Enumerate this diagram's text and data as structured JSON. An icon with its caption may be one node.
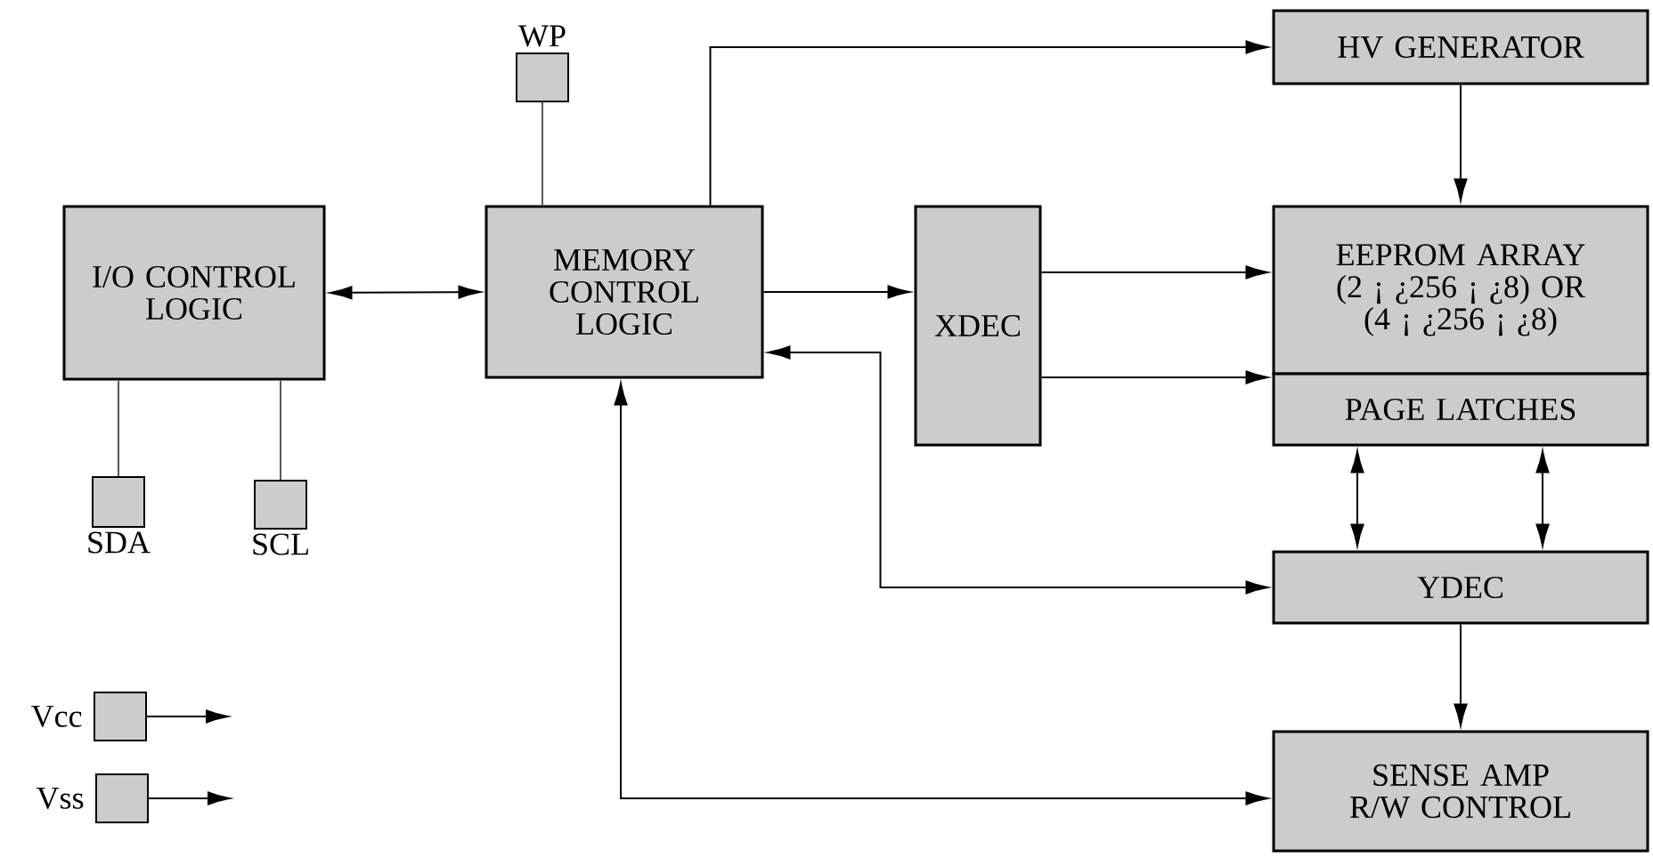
{
  "diagram": {
    "nodes": [
      {
        "text": [
          "I/O CONTROL LOGIC"
        ]
      },
      {
        "text": [
          "MEMORY CONTROL LOGIC"
        ]
      },
      {
        "text": [
          "WP"
        ]
      },
      {
        "text": [
          "SDA"
        ]
      },
      {
        "text": [
          "SCL"
        ]
      },
      {
        "text": [
          "Vcc"
        ]
      },
      {
        "text": [
          "Vss"
        ]
      },
      {
        "text": [
          "XDEC"
        ]
      },
      {
        "text": [
          "HV GENERATOR"
        ]
      },
      {
        "text": [
          "EEPROM ARRAY (2 ¡ ¿256 ¡ ¿8) OR (4 ¡ ¿256 ¡ ¿8)"
        ]
      },
      {
        "text": [
          "PAGE LATCHES"
        ]
      },
      {
        "text": [
          "YDEC"
        ]
      },
      {
        "text": [
          "SENSE AMP R/W CONTROL"
        ]
      }
    ],
    "edges": [
      {
        "from": 0,
        "to": 1,
        "arrow": "both"
      },
      {
        "from": 2,
        "to": 1,
        "arrow": "none"
      },
      {
        "from": 0,
        "to": 3,
        "arrow": "none"
      },
      {
        "from": 0,
        "to": 4,
        "arrow": "none"
      },
      {
        "from": 5,
        "to": null,
        "arrow": "to"
      },
      {
        "from": 6,
        "to": null,
        "arrow": "to"
      },
      {
        "from": 1,
        "to": 7,
        "arrow": "to"
      },
      {
        "from": 1,
        "to": 8,
        "arrow": "to"
      },
      {
        "from": 8,
        "to": 9,
        "arrow": "to"
      },
      {
        "from": 7,
        "to": 9,
        "arrow": "to"
      },
      {
        "from": 7,
        "to": 10,
        "arrow": "to"
      },
      {
        "from": 10,
        "to": 11,
        "arrow": "both"
      },
      {
        "from": 10,
        "to": 11,
        "arrow": "both"
      },
      {
        "from": 11,
        "to": 12,
        "arrow": "to"
      },
      {
        "from": 11,
        "to": 1,
        "arrow": "both"
      },
      {
        "from": 1,
        "to": 12,
        "arrow": "both"
      }
    ]
  }
}
